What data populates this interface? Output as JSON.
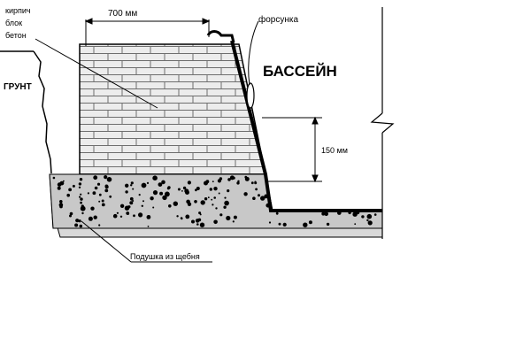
{
  "labels": {
    "materials": [
      "кирпич",
      "блок",
      "бетон"
    ],
    "ground": "ГРУНТ",
    "wall_width": "700 мм",
    "nozzle": "форсунка",
    "pool": "БАССЕЙН",
    "depth": "150 мм",
    "gravel_bed": "Подушка из щебня"
  },
  "colors": {
    "line": "#000000",
    "brick_fill": "#ececec",
    "brick_line": "#6e6e6e",
    "concrete_fill": "#c8c8c8",
    "gravel_fill": "#d9d9d9"
  }
}
